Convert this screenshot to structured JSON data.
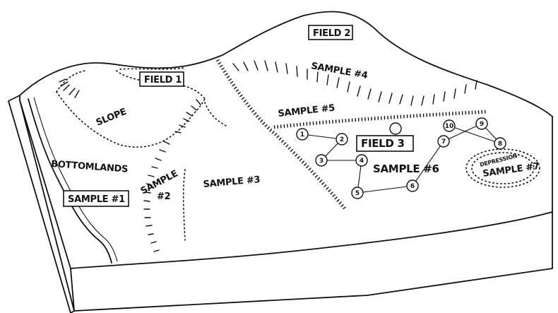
{
  "labels": {
    "field1": "FIELD 1",
    "field2": "FIELD 2",
    "field3": "FIELD 3",
    "slope": "SLOPE",
    "bottomlands": "BOTTOMLANDS",
    "sample1": "SAMPLE #1",
    "sample2_line1": "SAMPLE",
    "sample2_line2": "#2",
    "sample3": "SAMPLE #3",
    "sample4": "SAMPLE #4",
    "sample5": "SAMPLE #5",
    "sample6": "SAMPLE #6",
    "sample7": "SAMPLE #7",
    "depression": "DEPRESSION"
  },
  "sample_points": [
    "1",
    "2",
    "3",
    "4",
    "5",
    "6",
    "7",
    "8",
    "9",
    "10"
  ]
}
